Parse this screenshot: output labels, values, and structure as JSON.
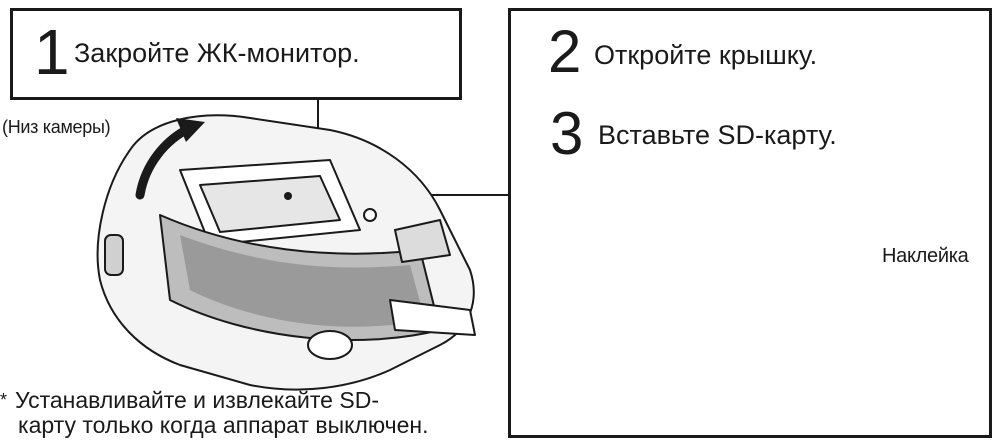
{
  "step1": {
    "number": "1",
    "text": "Закройте ЖК-монитор."
  },
  "bottom_label": "(Низ камеры)",
  "step2": {
    "number": "2",
    "text": "Откройте крышку."
  },
  "step3": {
    "number": "3",
    "text": "Вставьте SD-карту."
  },
  "sticker_label": "Наклейка",
  "note": {
    "asterisk": "*",
    "line1": "Устанавливайте и извлекайте SD-",
    "line2": "карту только когда аппарат выключен."
  }
}
